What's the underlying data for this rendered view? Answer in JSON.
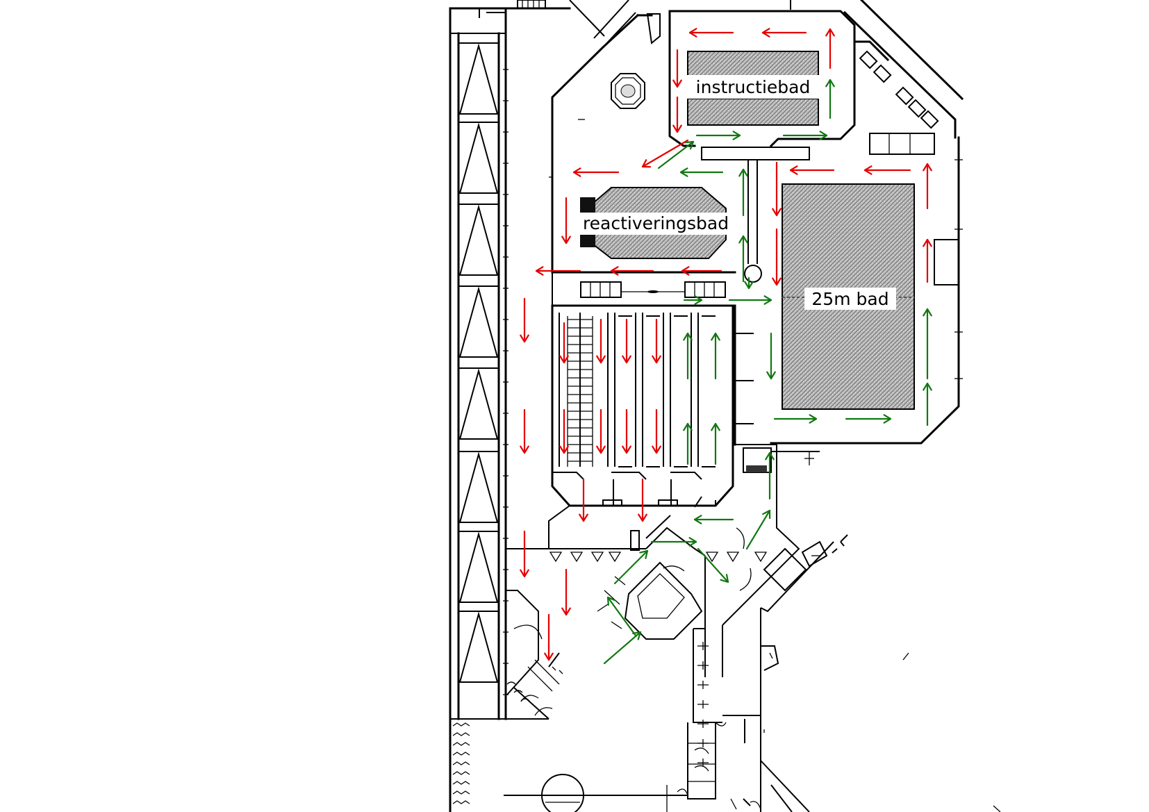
{
  "pools": {
    "instructiebad": "instructiebad",
    "reactiveringsbad": "reactiveringsbad",
    "bad_25m": "25m bad"
  },
  "legend_colors": {
    "route_red": "#e30000",
    "route_green": "#107810"
  },
  "icons": {
    "red_arrow": "arrow-icon",
    "green_arrow": "arrow-icon"
  }
}
